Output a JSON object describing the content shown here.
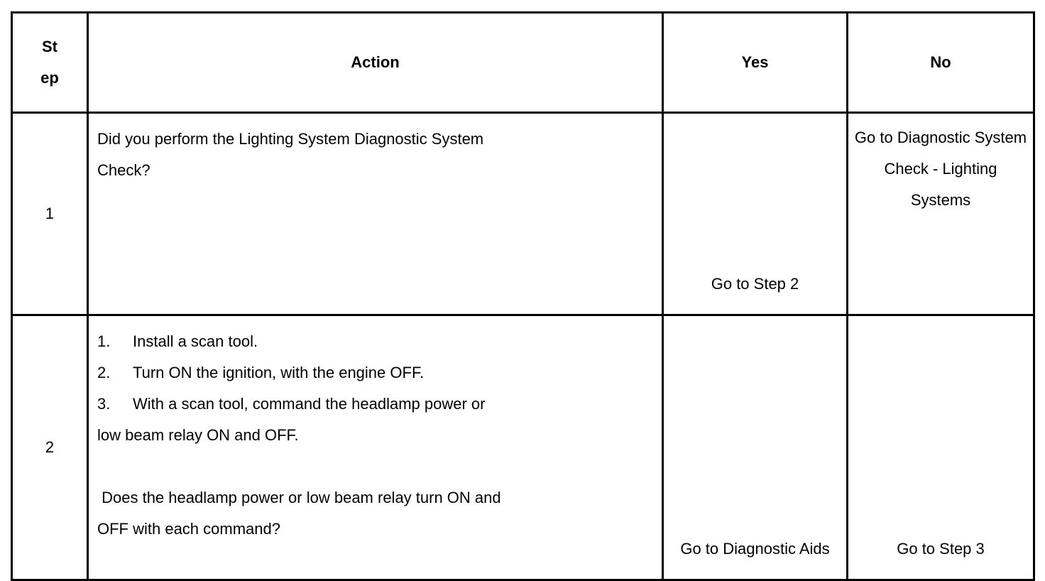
{
  "table": {
    "columns": [
      {
        "id": "step",
        "label_lines": [
          "St",
          "ep"
        ]
      },
      {
        "id": "action",
        "label": "Action"
      },
      {
        "id": "yes",
        "label": "Yes"
      },
      {
        "id": "no",
        "label": "No"
      }
    ],
    "rows": [
      {
        "step": "1",
        "action": {
          "type": "paragraph",
          "lines": [
            "Did you perform the Lighting System Diagnostic System",
            "Check?"
          ]
        },
        "yes": {
          "align": "bottom",
          "lines": [
            "Go to Step 2"
          ]
        },
        "no": {
          "align": "top",
          "lines": [
            "Go to",
            "Diagnostic",
            "System Check -",
            "Lighting",
            "Systems"
          ]
        }
      },
      {
        "step": "2",
        "action": {
          "type": "list-and-question",
          "list": [
            {
              "marker": "1.",
              "lines": [
                "Install a scan tool."
              ]
            },
            {
              "marker": "2.",
              "lines": [
                "Turn ON the ignition, with the engine OFF."
              ]
            },
            {
              "marker": "3.",
              "lines": [
                "With a scan tool, command the headlamp power or",
                "low beam relay ON and OFF."
              ]
            }
          ],
          "question_lines": [
            " Does the headlamp power or low beam relay turn ON and",
            "OFF with each command?"
          ]
        },
        "yes": {
          "align": "bottom",
          "lines": [
            "Go to Diagnostic",
            "Aids"
          ]
        },
        "no": {
          "align": "bottom",
          "lines": [
            "Go to Step 3"
          ]
        }
      }
    ]
  },
  "style": {
    "border_color": "#000000",
    "text_color": "#000000",
    "background": "#ffffff"
  }
}
